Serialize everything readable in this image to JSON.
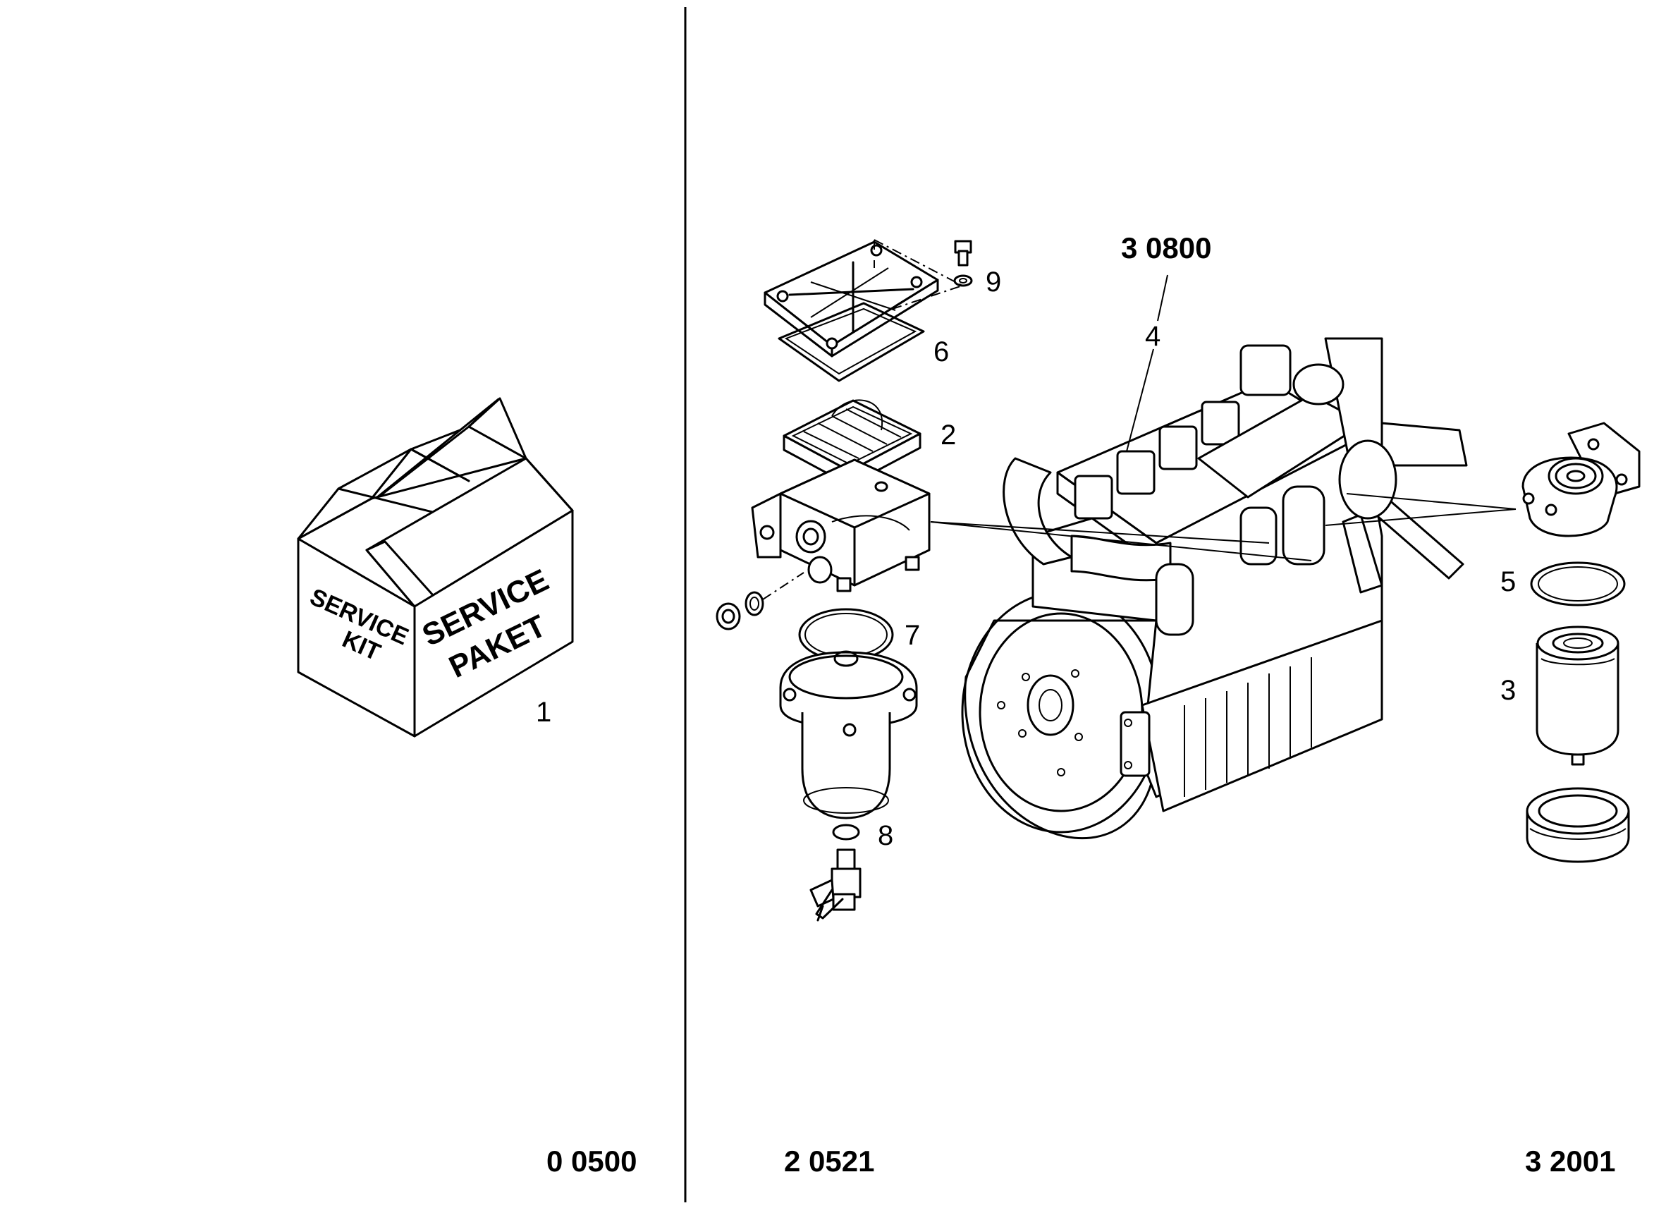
{
  "section_codes": {
    "left": "0 0500",
    "middle": "2 0521",
    "right": "3 2001",
    "engine": "3 0800"
  },
  "box": {
    "front_line1": "SERVICE",
    "front_line2": "PAKET",
    "side_line1": "SERVICE",
    "side_line2": "KIT"
  },
  "callouts": {
    "c1": "1",
    "c2": "2",
    "c3": "3",
    "c4": "4",
    "c5": "5",
    "c6": "6",
    "c7": "7",
    "c8": "8",
    "c9": "9"
  }
}
